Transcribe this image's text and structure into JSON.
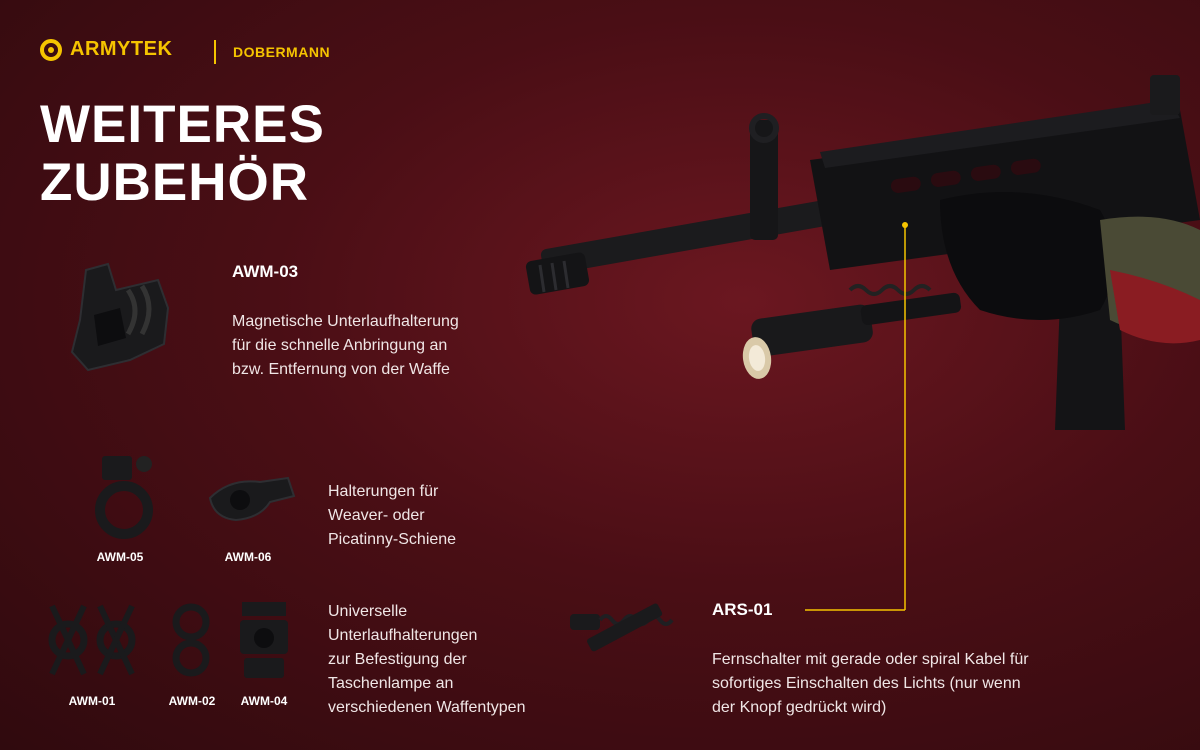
{
  "header": {
    "brand": "ARMYTEK",
    "model": "DOBERMANN",
    "brand_color": "#f5c400"
  },
  "title": {
    "line1": "WEITERES",
    "line2": "ZUBEHÖR"
  },
  "products": {
    "awm03": {
      "name": "AWM-03",
      "desc": [
        "Magnetische Unterlaufhalterung",
        "für die schnelle Anbringung an",
        "bzw. Entfernung von der Waffe"
      ]
    },
    "rail_mounts": {
      "labels": [
        "AWM-05",
        "AWM-06"
      ],
      "desc": [
        "Halterungen für",
        "Weaver- oder",
        "Picatinny-Schiene"
      ]
    },
    "universal_mounts": {
      "labels": [
        "AWM-01",
        "AWM-02",
        "AWM-04"
      ],
      "desc": [
        "Universelle",
        "Unterlaufhalterungen",
        "zur Befestigung der",
        "Taschenlampe an",
        "verschiedenen Waffentypen"
      ]
    },
    "ars01": {
      "name": "ARS-01",
      "desc": [
        "Fernschalter mit gerade oder spiral Kabel für",
        "sofortiges Einschalten des Lichts (nur wenn",
        "der Knopf gedrückt wird)"
      ]
    }
  },
  "icons": [
    "armytek-logo-icon",
    "magnetic-mount-icon",
    "rail-mount-icon",
    "universal-mount-icon",
    "remote-switch-icon",
    "rifle-with-flashlight-image"
  ]
}
